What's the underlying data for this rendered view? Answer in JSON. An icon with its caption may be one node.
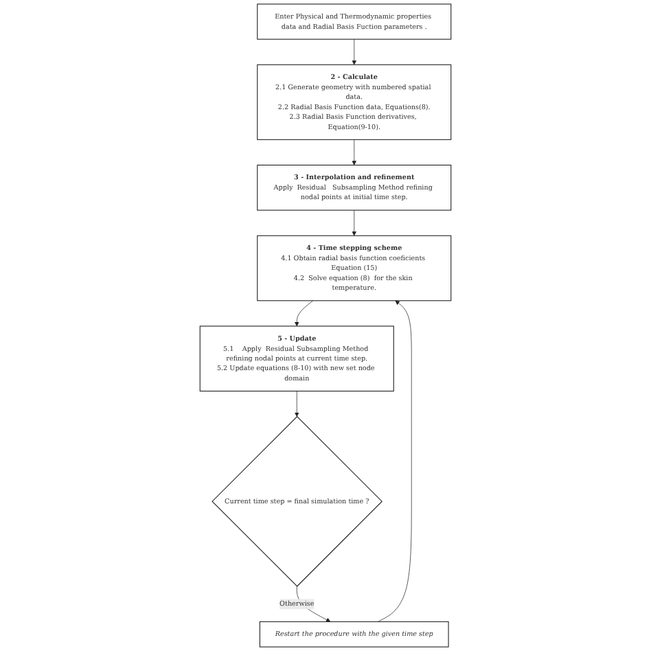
{
  "diagram": {
    "nodes": [
      {
        "text": [
          "Enter Physical and Thermodynamic properties data and Radial Basis Fuction parameters ."
        ]
      },
      {
        "text": [
          "2 - Calculate",
          "2.1 Generate geometry with numbered spatial data.",
          "2.2 Radial Basis Function data, Equations(8).",
          "2.3 Radial Basis Function derivatives, Equation(9-10)."
        ]
      },
      {
        "text": [
          "3 - Interpolation and refinement",
          "Apply  Residual   Subsampling Method refining nodal points at initial time step."
        ]
      },
      {
        "text": [
          "4 - Time stepping scheme",
          "4.1 Obtain radial basis function coeficients Equation (15)",
          "4.2  Solve equation (8)  for the skin temperature."
        ]
      },
      {
        "text": [
          "5 - Update",
          "5.1    Apply  Residual Subsampling Method refining nodal points at current time step.",
          "5.2 Update equations (8-10) with new set node domain"
        ]
      },
      {
        "text": [
          "Current time step = final simulation time ?"
        ]
      },
      {
        "text": [
          "Restart the procedure with the given time step"
        ]
      }
    ],
    "edges": [
      {
        "from": 0,
        "to": 1,
        "arrow": "to"
      },
      {
        "from": 1,
        "to": 2,
        "arrow": "to"
      },
      {
        "from": 2,
        "to": 3,
        "arrow": "to"
      },
      {
        "from": 3,
        "to": 4,
        "arrow": "to"
      },
      {
        "from": 4,
        "to": 5,
        "arrow": "to"
      },
      {
        "from": 5,
        "to": 6,
        "arrow": "to",
        "label": "Otherwise"
      },
      {
        "from": 6,
        "to": 3,
        "arrow": "to"
      }
    ]
  }
}
